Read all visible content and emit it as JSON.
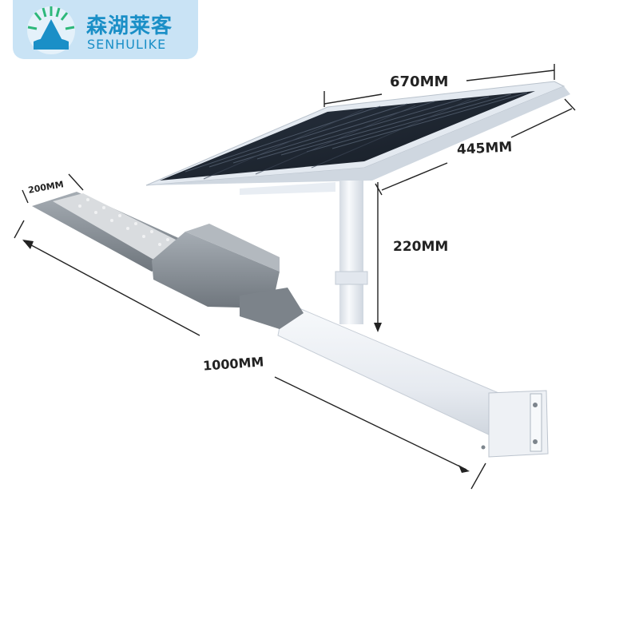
{
  "brand": {
    "name_cn": "森湖莱客",
    "name_en": "SENHULIKE",
    "color": "#1a8fc7",
    "badge_color": "#c9e3f5"
  },
  "dimensions": {
    "panel_width": "670MM",
    "panel_depth": "445MM",
    "post_height": "220MM",
    "arm_length": "1000MM",
    "lamp_width": "200MM"
  },
  "colors": {
    "solar_cell": "#1c2430",
    "frame": "#e8eef5",
    "lamp_housing": "#8f969d",
    "arm": "#eef1f5"
  }
}
